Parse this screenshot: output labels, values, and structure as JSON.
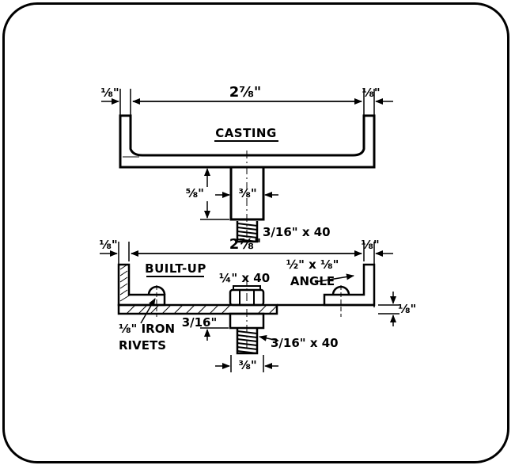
{
  "top_view": {
    "title": "CASTING",
    "width_total": "2⅞\"",
    "flange_left": "⅛\"",
    "flange_right": "⅛\"",
    "stem_height": "⅝\"",
    "stem_width": "⅜\"",
    "screw": "3/16\" x 40"
  },
  "bottom_view": {
    "title": "BUILT-UP",
    "width_total": "2⅞\"",
    "flange_left": "⅛\"",
    "flange_right": "⅛\"",
    "bolt": "¼\" x 40",
    "angle_size": "½\" x ⅛\"",
    "angle_label": "ANGLE",
    "plate_thickness": "⅛\"",
    "rivet_label_1": "⅛\" IRON",
    "rivet_label_2": "RIVETS",
    "bolt_offset": "3/16\"",
    "screw": "3/16\" x 40",
    "stem_width": "⅜\""
  }
}
